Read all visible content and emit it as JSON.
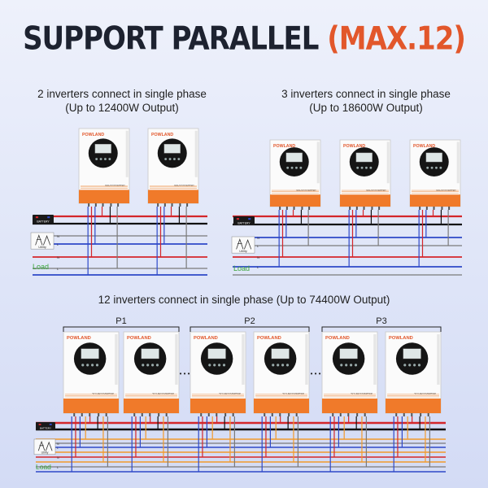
{
  "title": {
    "main": "SUPPORT PARALLEL",
    "accent": "(MAX.12)"
  },
  "colors": {
    "accent": "#e2572b",
    "inverter_base": "#f07a2a",
    "wire_black": "#111111",
    "wire_red": "#d4262b",
    "wire_blue": "#2e48c8",
    "wire_gray": "#7a7a7a",
    "wire_orange": "#f29a2c",
    "load_green": "#3aa53a"
  },
  "sections": {
    "two": {
      "caption_line1": "2 inverters connect in single phase",
      "caption_line2": "(Up to 12400W Output)"
    },
    "three": {
      "caption_line1": "3 inverters connect in single phase",
      "caption_line2": "(Up to 18600W Output)"
    },
    "twelve": {
      "caption": "12 inverters connect in single phase (Up to 74400W Output)"
    }
  },
  "groups": [
    "P1",
    "P2",
    "P3"
  ],
  "ellipsis": "• • •",
  "inverter": {
    "brand": "POWLAND",
    "model": "SOLAR INVERTER"
  },
  "labels": {
    "battery": "BATTERY",
    "utility": "Utility",
    "load": "Load",
    "lines": [
      "N",
      "L",
      "N",
      "L"
    ]
  }
}
